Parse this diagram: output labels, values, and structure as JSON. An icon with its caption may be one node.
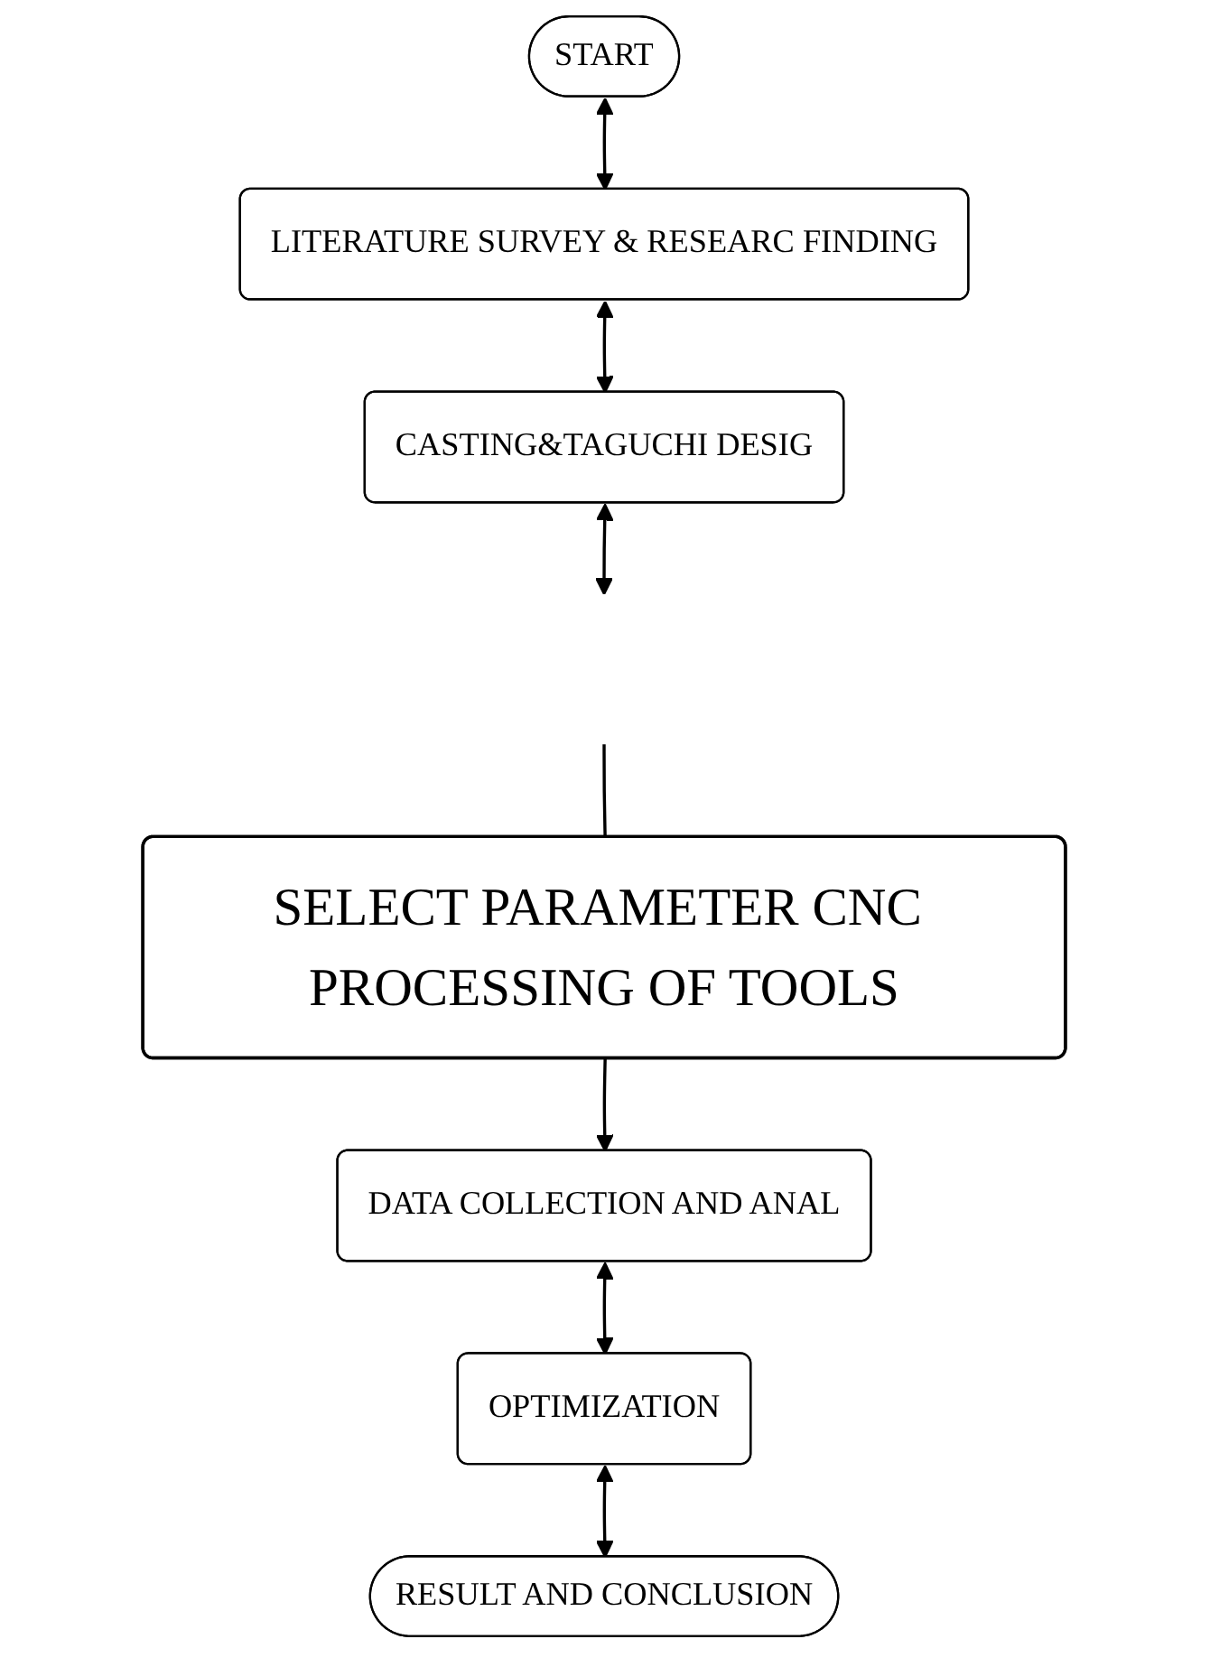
{
  "diagram": {
    "nodes": [
      {
        "text": [
          "START"
        ]
      },
      {
        "text": [
          "LITERATURE SURVEY & RESEARC FINDING"
        ]
      },
      {
        "text": [
          "CASTING&TAGUCHI DESIG"
        ]
      },
      {
        "text": [
          "SELECT PARAMETER CNC PROCESSING OF TOOLS"
        ]
      },
      {
        "text": [
          "DATA COLLECTION AND ANAL"
        ]
      },
      {
        "text": [
          "OPTIMIZATION"
        ]
      },
      {
        "text": [
          "RESULT AND CONCLUSION"
        ]
      }
    ],
    "edges": [
      {
        "from": 0,
        "to": 1,
        "arrow": "both"
      },
      {
        "from": 1,
        "to": 2,
        "arrow": "both"
      },
      {
        "from": 2,
        "to": null,
        "arrow": "both"
      },
      {
        "from": null,
        "to": 3,
        "arrow": "none"
      },
      {
        "from": 3,
        "to": 4,
        "arrow": "to"
      },
      {
        "from": 4,
        "to": 5,
        "arrow": "both"
      },
      {
        "from": 5,
        "to": 6,
        "arrow": "both"
      }
    ]
  }
}
